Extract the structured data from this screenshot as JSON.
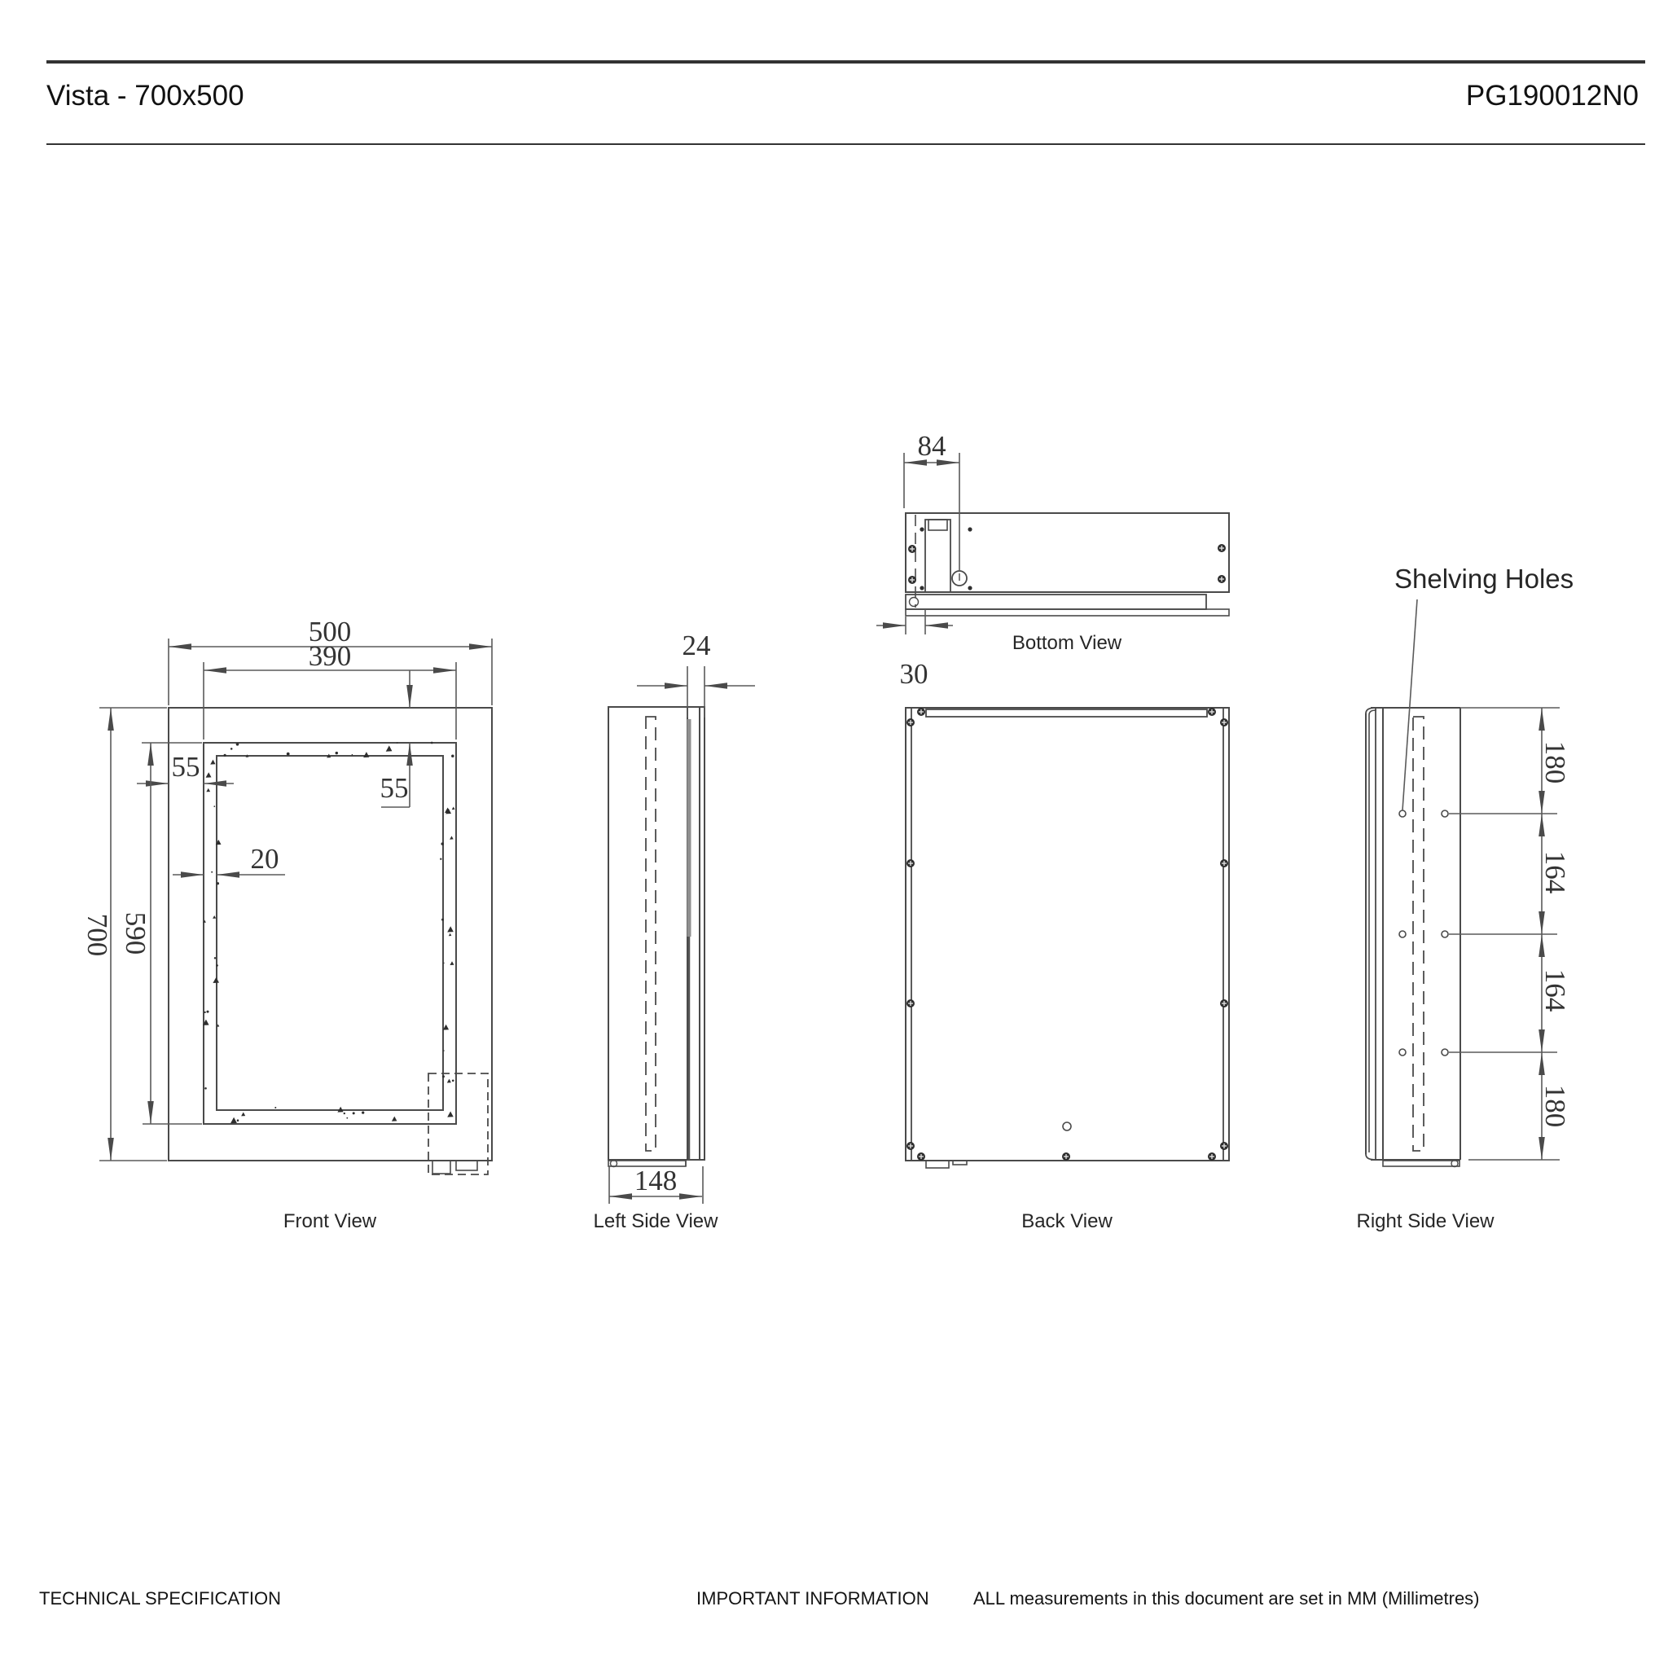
{
  "header": {
    "title": "Vista - 700x500",
    "code": "PG190012N0"
  },
  "views": {
    "front": {
      "label": "Front View",
      "dims": {
        "width": "500",
        "mirror_width": "390",
        "height": "700",
        "mirror_height": "590",
        "offset_left": "55",
        "offset_top": "55",
        "frame": "20"
      }
    },
    "left_side": {
      "label": "Left Side View",
      "dims": {
        "door_thickness": "24",
        "depth": "148"
      }
    },
    "bottom": {
      "label": "Bottom View",
      "dims": {
        "lock_offset": "84",
        "hinge_inset": "30"
      }
    },
    "back": {
      "label": "Back View"
    },
    "right_side": {
      "label": "Right Side View",
      "annotation": "Shelving Holes",
      "dims": {
        "spacings": [
          "180",
          "164",
          "164",
          "180"
        ]
      }
    }
  },
  "footer": {
    "left": "TECHNICAL SPECIFICATION",
    "center": "IMPORTANT INFORMATION",
    "right": "ALL measurements in this document are set in MM (Millimetres)"
  }
}
